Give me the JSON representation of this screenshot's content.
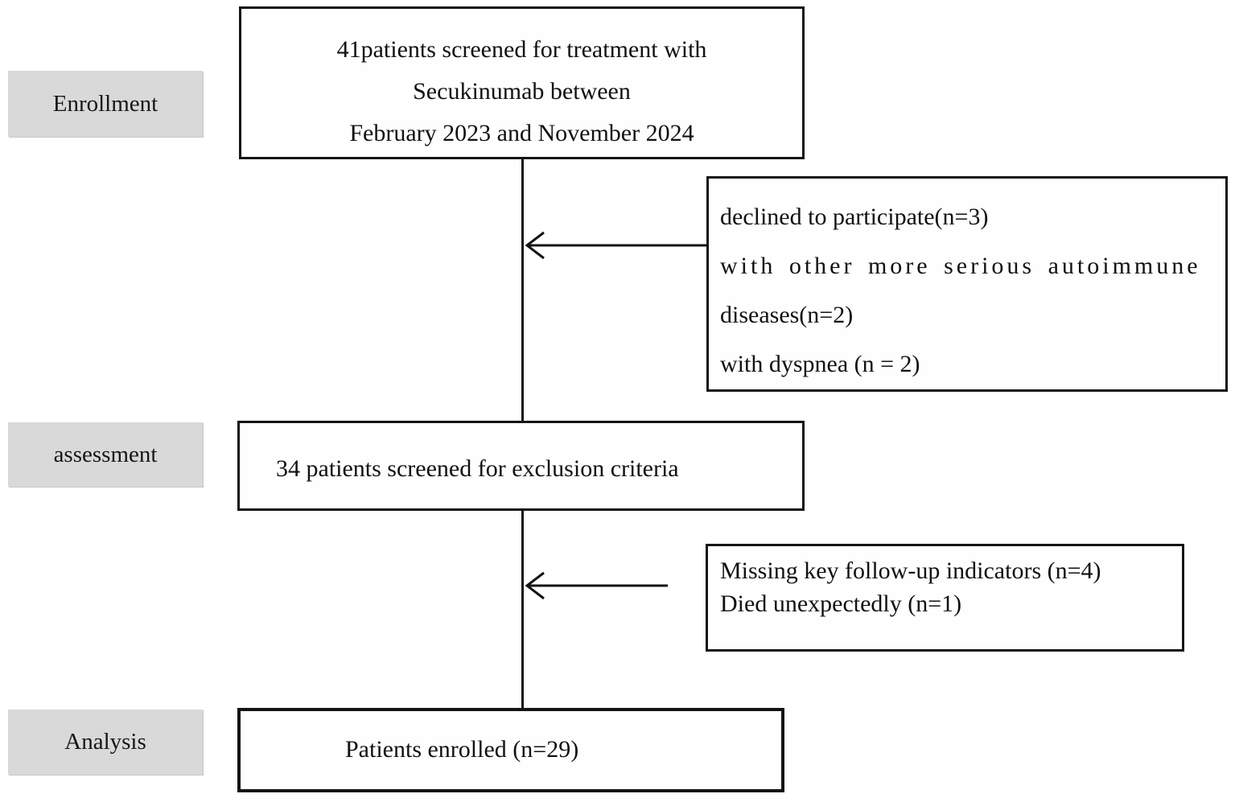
{
  "diagram": {
    "title_hint": "Patient enrollment flow diagram",
    "colors": {
      "background": "#ffffff",
      "box_border": "#141414",
      "stage_label_bg": "#d9d9d9",
      "text": "#111111",
      "connector": "#141414"
    },
    "stage_labels": [
      {
        "id": "enrollment",
        "label": "Enrollment"
      },
      {
        "id": "assessment",
        "label": "assessment"
      },
      {
        "id": "analysis",
        "label": "Analysis"
      }
    ],
    "boxes": {
      "screened": {
        "lines": [
          "41patients screened for treatment with",
          "Secukinumab between",
          "February 2023 and November 2024"
        ]
      },
      "exclusion_reasons_1": {
        "lines": [
          "declined to participate(n=3)",
          "with other more serious autoimmune",
          "diseases(n=2)",
          "with dyspnea (n = 2)"
        ]
      },
      "exclusion_screen": {
        "text": "34 patients screened for exclusion criteria"
      },
      "exclusion_reasons_2": {
        "lines": [
          "Missing key follow-up indicators (n=4)",
          "Died unexpectedly (n=1)"
        ]
      },
      "enrolled": {
        "text": "Patients enrolled (n=29)"
      }
    }
  }
}
